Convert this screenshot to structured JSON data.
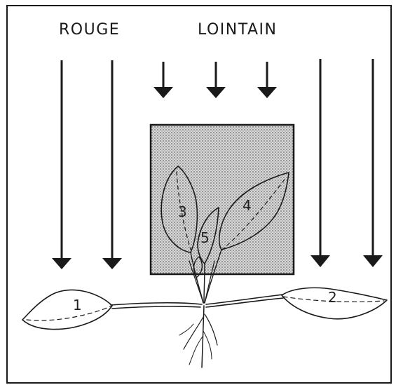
{
  "header": {
    "word1": "ROUGE",
    "word2": "LOINTAIN"
  },
  "leaves": {
    "leaf1": "1",
    "leaf2": "2",
    "leaf3": "3",
    "leaf4": "4",
    "leaf5": "5"
  },
  "colors": {
    "ink": "#1a1a1a",
    "shade_fill": "#bdbdbd",
    "background": "#ffffff"
  }
}
